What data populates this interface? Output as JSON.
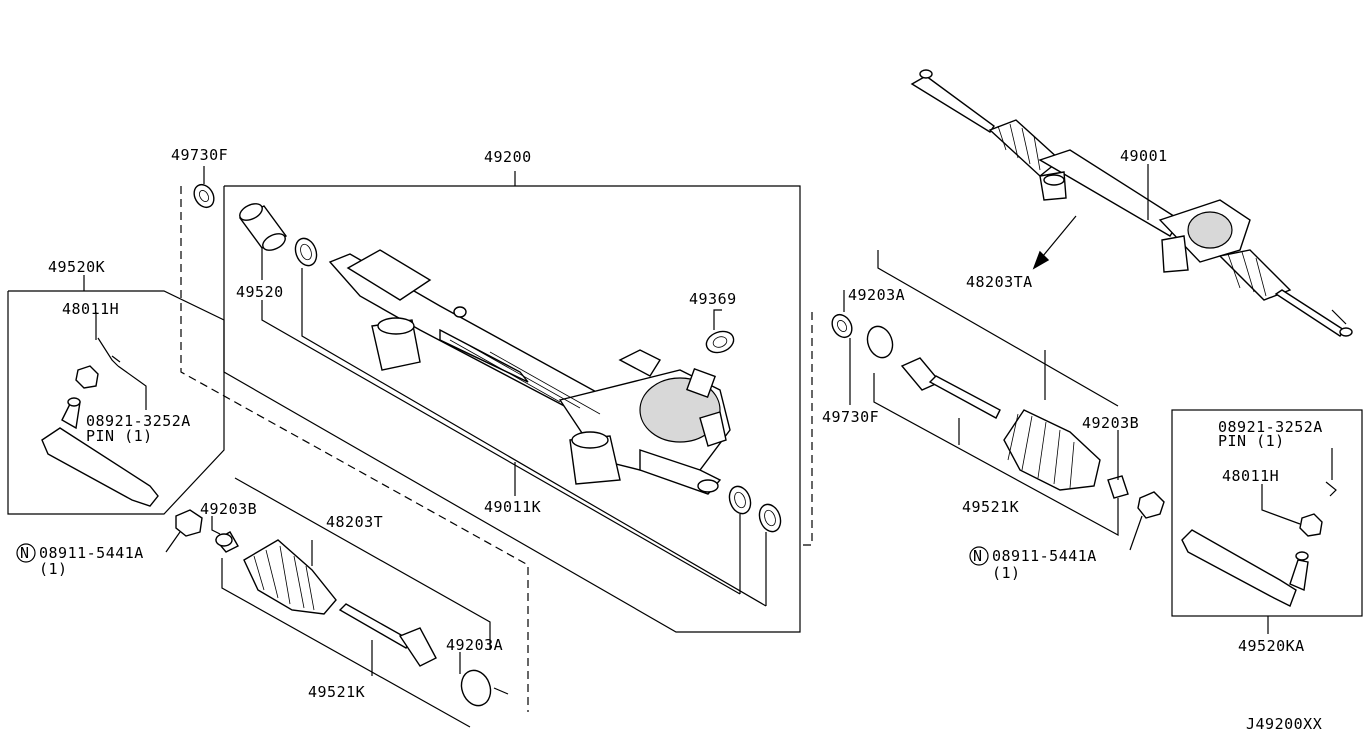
{
  "diagram_id": "J49200XX",
  "labels": {
    "l49730F_top": "49730F",
    "l49200": "49200",
    "l49520K": "49520K",
    "l48011H_left": "48011H",
    "l49520": "49520",
    "l08921_left": "08921-3252A",
    "lpin_left": "PIN (1)",
    "l49369": "49369",
    "l49011K": "49011K",
    "l49203B_left": "49203B",
    "l48203T": "48203T",
    "l08911_left": "08911-5441A",
    "lqty_left": "(1)",
    "l49203A_left": "49203A",
    "l49521K_left": "49521K",
    "l49001": "49001",
    "l49203A_right": "49203A",
    "l48203TA": "48203TA",
    "l49730F_right": "49730F",
    "l49203B_right": "49203B",
    "l49521K_right": "49521K",
    "l08911_right": "08911-5441A",
    "lqty_right": "(1)",
    "l08921_right": "08921-3252A",
    "lpin_right": "PIN (1)",
    "l48011H_right": "48011H",
    "l49520KA": "49520KA",
    "nut_symbol": "N"
  }
}
